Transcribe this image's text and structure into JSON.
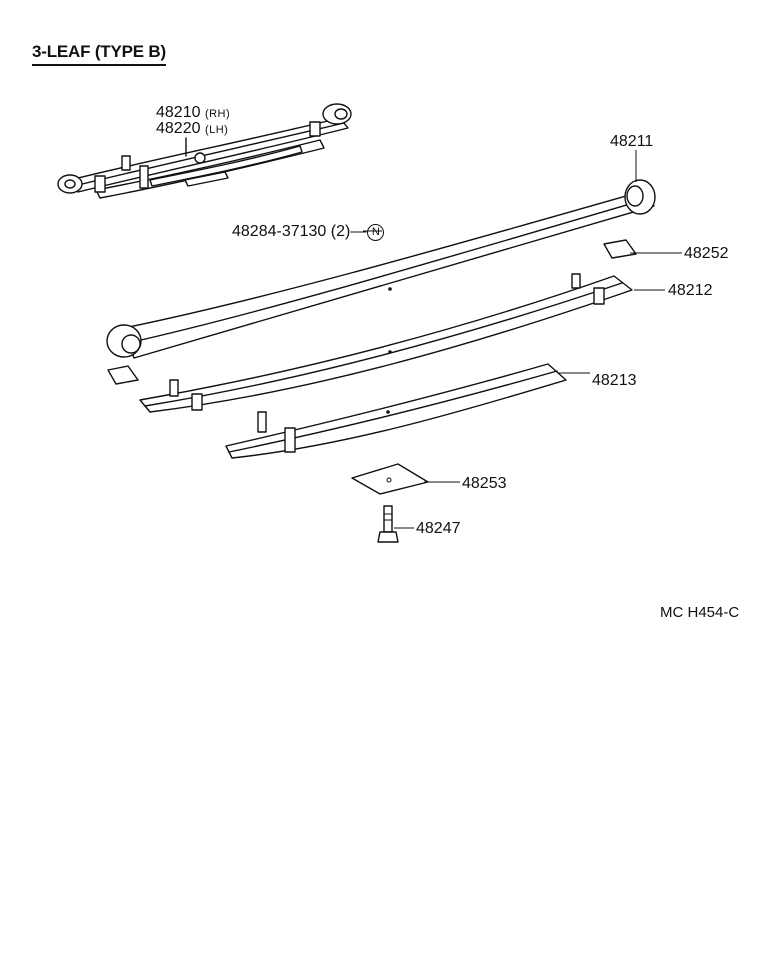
{
  "title": "3-LEAF (TYPE  B)",
  "labels": {
    "p48210": "48210",
    "rh": "(RH)",
    "p48220": "48220",
    "lh": "(LH)",
    "p48211": "48211",
    "bolt_ref": "48284-37130 (2)",
    "n_mark": "N",
    "p48252": "48252",
    "p48212": "48212",
    "p48213": "48213",
    "p48253": "48253",
    "p48247": "48247"
  },
  "diagram_code": "MC  H454-C"
}
